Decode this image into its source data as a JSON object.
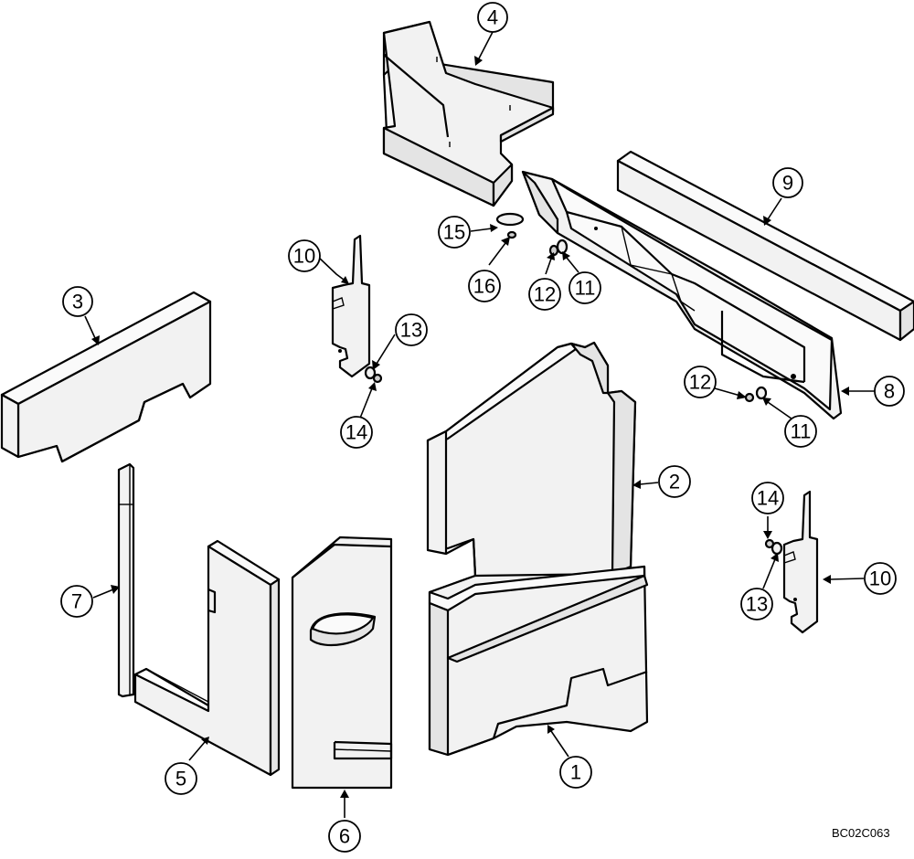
{
  "diagram": {
    "drawing_code": "BC02C063",
    "callouts": [
      {
        "id": "c4",
        "label": "4"
      },
      {
        "id": "c9",
        "label": "9"
      },
      {
        "id": "c15",
        "label": "15"
      },
      {
        "id": "c16",
        "label": "16"
      },
      {
        "id": "c12a",
        "label": "12"
      },
      {
        "id": "c11a",
        "label": "11"
      },
      {
        "id": "c10a",
        "label": "10"
      },
      {
        "id": "c13a",
        "label": "13"
      },
      {
        "id": "c14a",
        "label": "14"
      },
      {
        "id": "c3",
        "label": "3"
      },
      {
        "id": "c12b",
        "label": "12"
      },
      {
        "id": "c11b",
        "label": "11"
      },
      {
        "id": "c8",
        "label": "8"
      },
      {
        "id": "c2",
        "label": "2"
      },
      {
        "id": "c14b",
        "label": "14"
      },
      {
        "id": "c10b",
        "label": "10"
      },
      {
        "id": "c13b",
        "label": "13"
      },
      {
        "id": "c7",
        "label": "7"
      },
      {
        "id": "c1",
        "label": "1"
      },
      {
        "id": "c5",
        "label": "5"
      },
      {
        "id": "c6",
        "label": "6"
      }
    ]
  }
}
